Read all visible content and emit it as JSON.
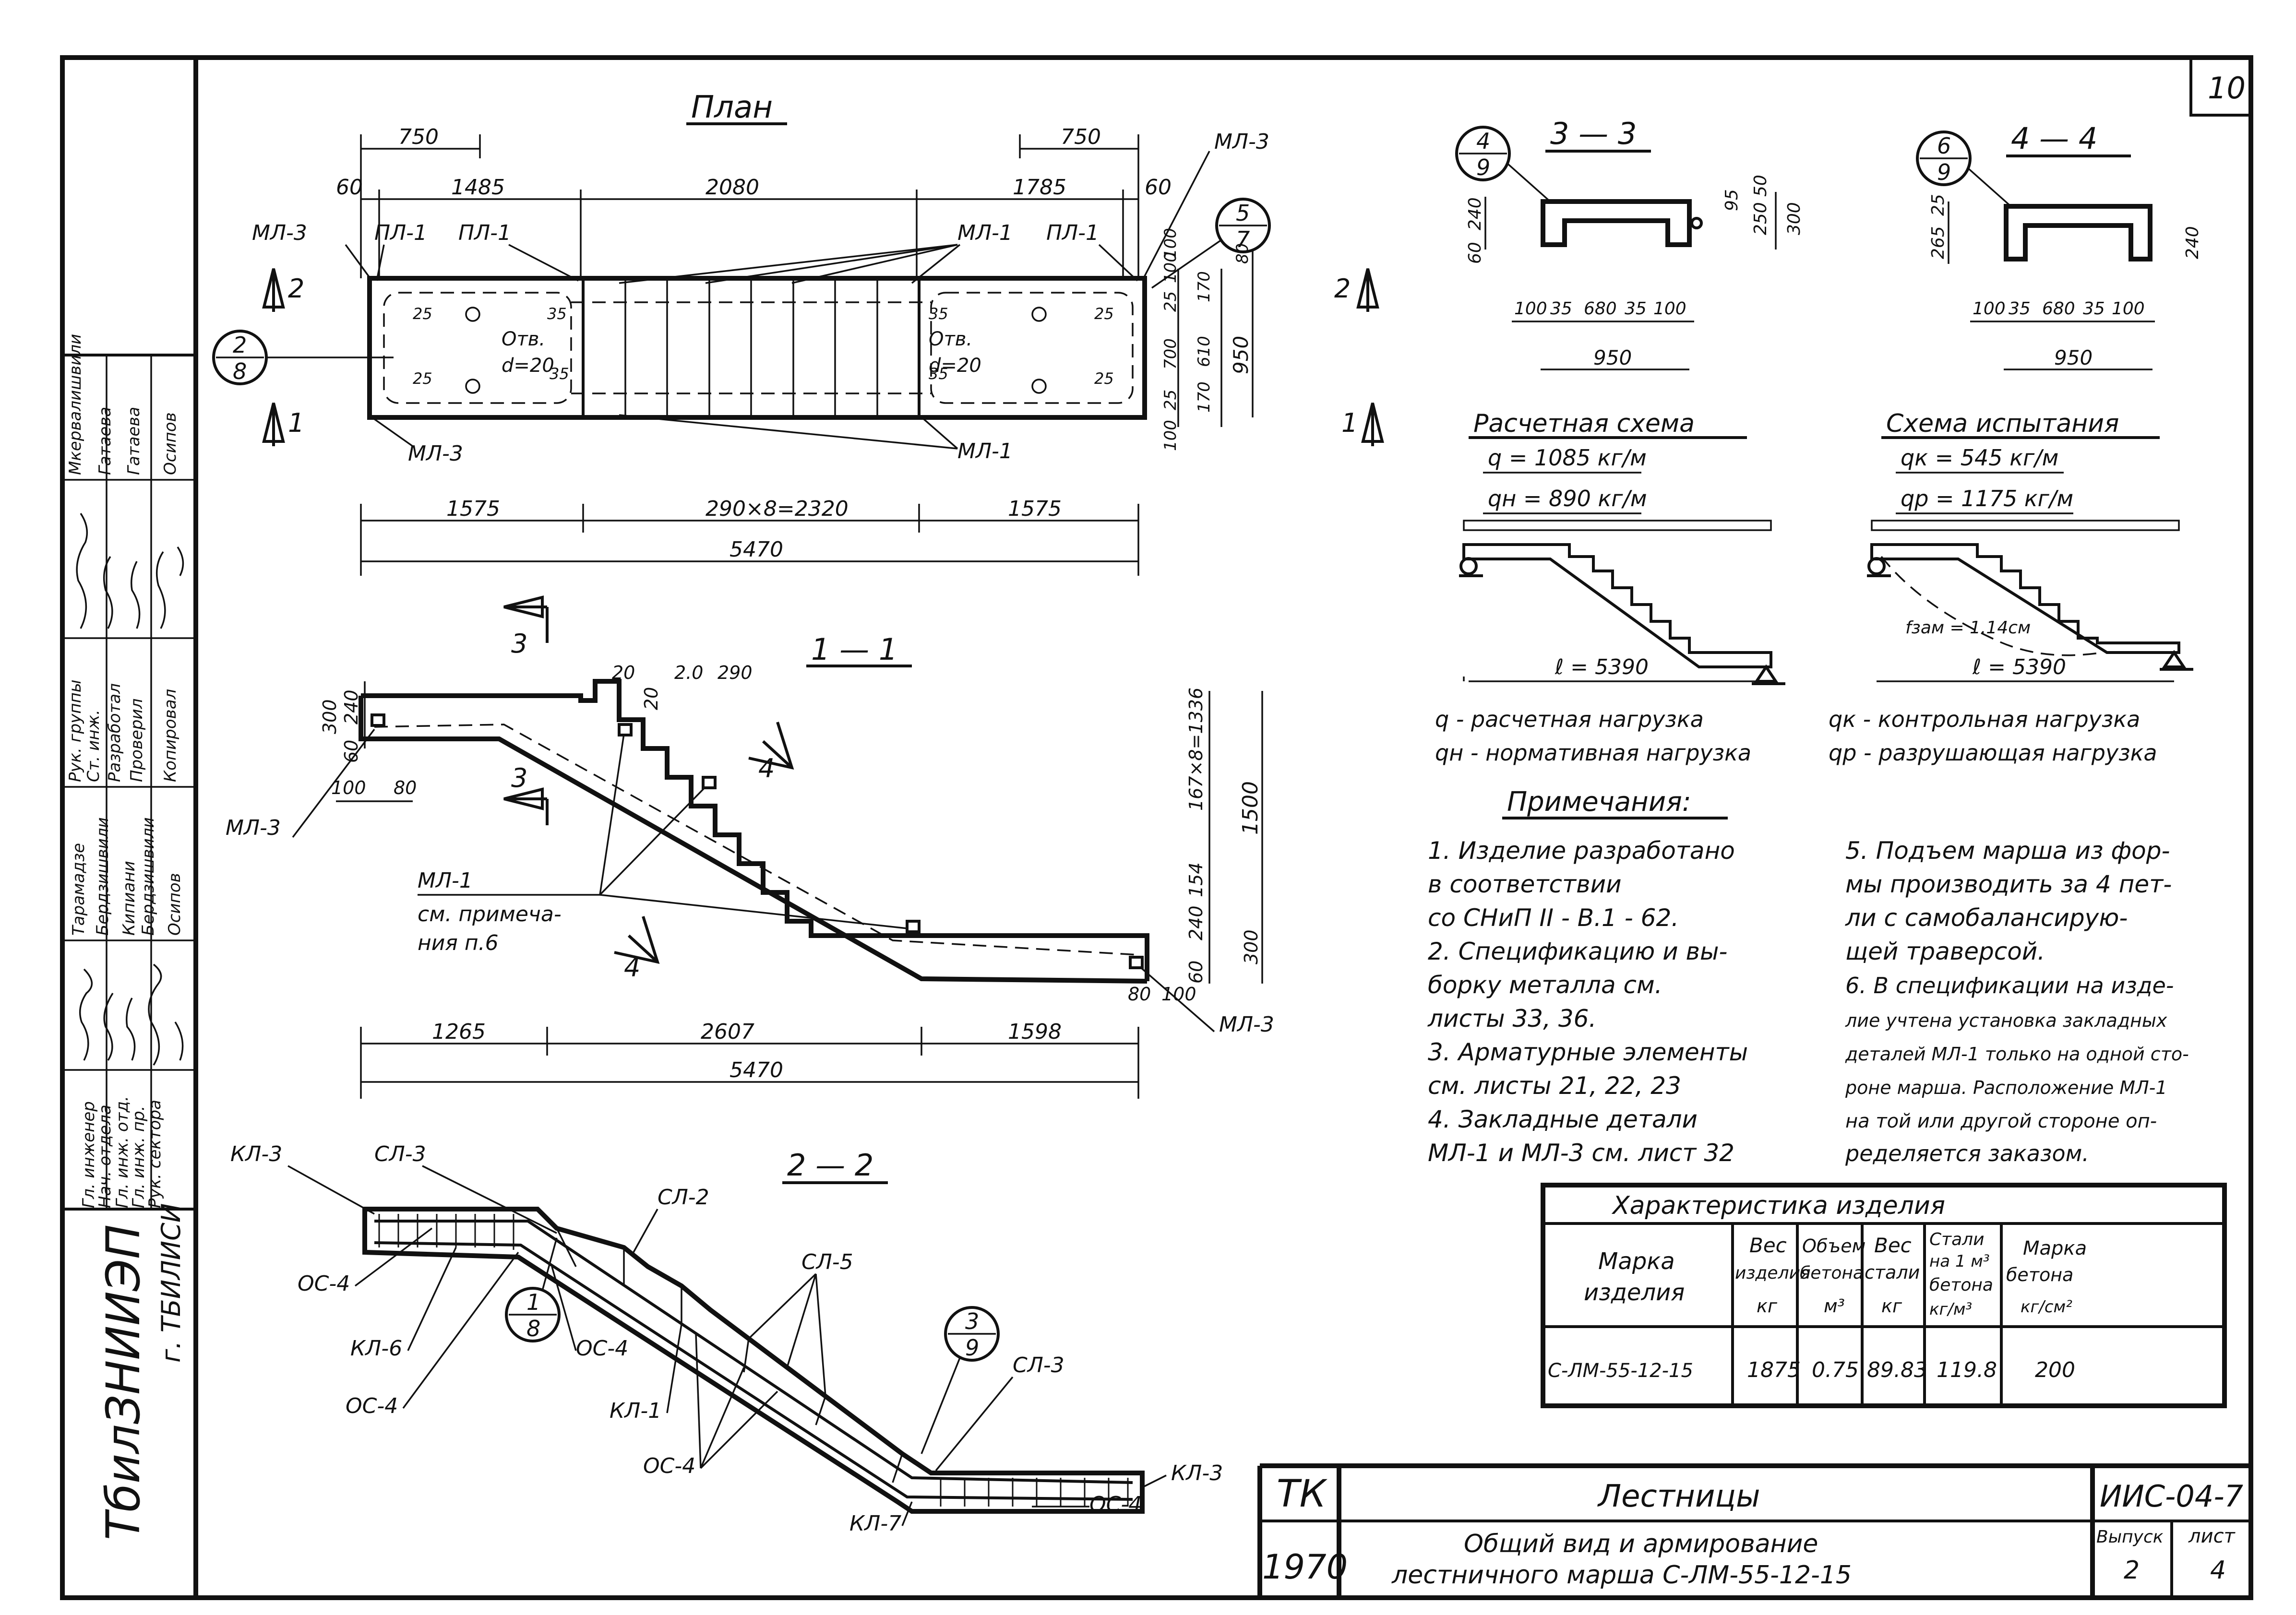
{
  "sheet": {
    "sheet_number": "10",
    "institute": "ТбилЗНИИЭП",
    "city": "г. ТБИЛИСИ"
  },
  "stamp": {
    "roles": [
      "Гл. инженер",
      "Нач. отдела",
      "Гл. инж. отд.",
      "Гл. инж. пр.",
      "Рук. сектора",
      "Рук. группы",
      "Ст. инж.",
      "Разработал",
      "Проверил",
      "Копировал"
    ],
    "names": [
      "Тарамадзе",
      "Бердзишвили",
      "Кипиани",
      "Бердзишвили",
      "Осипов",
      "Мкервалишвили",
      "Гатаева",
      "Гатаева",
      "Осипов"
    ],
    "signature_names": [
      "signature-1",
      "signature-2",
      "signature-3",
      "signature-4",
      "signature-5",
      "signature-6",
      "signature-7",
      "signature-8",
      "signature-9",
      "signature-10"
    ]
  },
  "plan": {
    "title": "План",
    "dims_top1": [
      "750",
      "750"
    ],
    "dims_top2": [
      "60",
      "1485",
      "2080",
      "1785",
      "60"
    ],
    "labels": [
      "МЛ-3",
      "ПЛ-1",
      "ПЛ-1",
      "МЛ-1",
      "ПЛ-1",
      "МЛ-3",
      "МЛ-3",
      "МЛ-1"
    ],
    "hole_left": "Отв.",
    "hole_left_d": "d=20",
    "hole_right": "Отв.",
    "hole_right_d": "d=20",
    "small_dims": [
      "25",
      "35",
      "35",
      "25",
      "25",
      "35",
      "35",
      "25"
    ],
    "right_dims": [
      "100",
      "25",
      "100",
      "170",
      "610",
      "170",
      "700",
      "25",
      "100",
      "80",
      "950"
    ],
    "dims_bottom1": [
      "1575",
      "290×8=2320",
      "1575"
    ],
    "dims_bottom2": "5470",
    "callout_2_8": [
      "2",
      "8"
    ],
    "callout_5_7": [
      "5",
      "7"
    ],
    "section_marks": [
      "2",
      "2",
      "1",
      "1"
    ]
  },
  "section_1_1": {
    "title": "1 — 1",
    "dims": [
      "20",
      "2.0",
      "290",
      "20",
      "300",
      "240",
      "60",
      "100",
      "80",
      "1336",
      "167×8=1336",
      "1500",
      "300",
      "154",
      "240",
      "60",
      "80",
      "100"
    ],
    "labels": [
      "МЛ-3",
      "МЛ-1",
      "см. примеча-",
      "ния п.6",
      "МЛ-3"
    ],
    "section_marks": [
      "3",
      "3",
      "4",
      "4"
    ],
    "dims_bottom1": [
      "1265",
      "2607",
      "1598"
    ],
    "dims_bottom2": "5470"
  },
  "section_2_2": {
    "title": "2 — 2",
    "labels": [
      "КЛ-3",
      "СЛ-3",
      "СЛ-2",
      "СЛ-5",
      "ОС-4",
      "КЛ-6",
      "ОС-4",
      "ОС-4",
      "КЛ-1",
      "ОС-4",
      "СЛ-3",
      "КЛ-3",
      "КЛ-7",
      "ОС-4"
    ],
    "callout_1_8": [
      "1",
      "8"
    ],
    "callout_3_9": [
      "3",
      "9"
    ]
  },
  "section_3_3": {
    "title": "3 — 3",
    "callout": [
      "4",
      "9"
    ],
    "dims_left": [
      "240",
      "60"
    ],
    "dims_right": [
      "95",
      "50",
      "250",
      "300"
    ],
    "dims_bottom": [
      "100",
      "35",
      "680",
      "35",
      "100"
    ],
    "width": "950"
  },
  "section_4_4": {
    "title": "4 — 4",
    "callout": [
      "6",
      "9"
    ],
    "dims_left": [
      "25",
      "265"
    ],
    "dims_right": [
      "240"
    ],
    "dims_bottom": [
      "100",
      "35",
      "680",
      "35",
      "100"
    ],
    "width": "950"
  },
  "calc_scheme": {
    "title": "Расчетная схема",
    "q": "q = 1085 кг/м",
    "qn": "qн = 890 кг/м",
    "span": "ℓ = 5390",
    "legend_q": "q - расчетная нагрузка",
    "legend_qn": "qн - нормативная нагрузка"
  },
  "test_scheme": {
    "title": "Схема испытания",
    "qk": "qк = 545 кг/м",
    "qp": "qр = 1175 кг/м",
    "deflection": "fзам = 1.14см",
    "span": "ℓ = 5390",
    "legend_qk": "qк - контрольная нагрузка",
    "legend_qp": "qр - разрушающая нагрузка"
  },
  "notes": {
    "title": "Примечания:",
    "left": [
      "1. Изделие разработано",
      "в соответствии",
      "со СНиП II - В.1 - 62.",
      "2. Спецификацию и вы-",
      "борку металла см.",
      "листы 33, 36.",
      "3. Арматурные элементы",
      "см. листы 21, 22, 23",
      "4. Закладные детали",
      "МЛ-1 и МЛ-3 см. лист 32"
    ],
    "right": [
      "5. Подъем марша из фор-",
      "мы производить за 4 пет-",
      "ли с самобалансирую-",
      "щей траверсой.",
      "6. В спецификации на изде-",
      "лие учтена установка закладных",
      "деталей МЛ-1 только на одной сто-",
      "роне марша. Расположение МЛ-1",
      "на той или другой стороне оп-",
      "ределяется заказом."
    ]
  },
  "characteristics": {
    "title": "Характеристика изделия",
    "headers": [
      [
        "Марка",
        "изделия"
      ],
      [
        "Вес",
        "изделия",
        "кг"
      ],
      [
        "Объем",
        "бетона",
        "м³"
      ],
      [
        "Вес",
        "стали",
        "кг"
      ],
      [
        "Стали",
        "на 1 м³",
        "бетона",
        "кг/м³"
      ],
      [
        "Марка",
        "бетона",
        "кг/см²"
      ]
    ],
    "row": [
      "С-ЛМ-55-12-15",
      "1875",
      "0.75",
      "89.83",
      "119.8",
      "200"
    ]
  },
  "title_block": {
    "org": "ТК",
    "year": "1970",
    "name": "Лестницы",
    "subtitle1": "Общий вид и армирование",
    "subtitle2": "лестничного марша С-ЛМ-55-12-15",
    "code": "ИИС-04-7",
    "issue_label": "Выпуск",
    "issue": "2",
    "sheet_label": "лист",
    "sheet": "4"
  }
}
